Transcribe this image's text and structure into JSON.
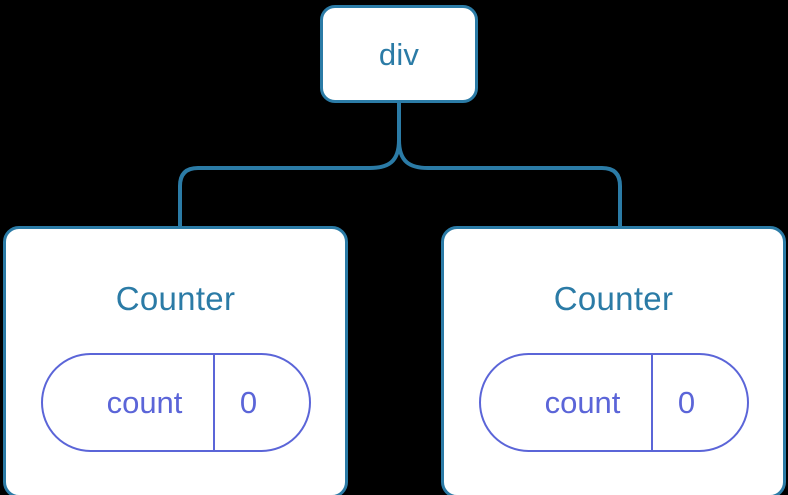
{
  "diagram": {
    "type": "component-tree",
    "background_color": "#000000",
    "node_border_color": "#2b7ba6",
    "node_fill_color": "#ffffff",
    "node_text_color": "#2b7ba6",
    "state_pill_color": "#5b65d8",
    "connector_color": "#2b7ba6",
    "root": {
      "label": "div"
    },
    "children": [
      {
        "title": "Counter",
        "state": {
          "key": "count",
          "value": "0"
        }
      },
      {
        "title": "Counter",
        "state": {
          "key": "count",
          "value": "0"
        }
      }
    ]
  }
}
